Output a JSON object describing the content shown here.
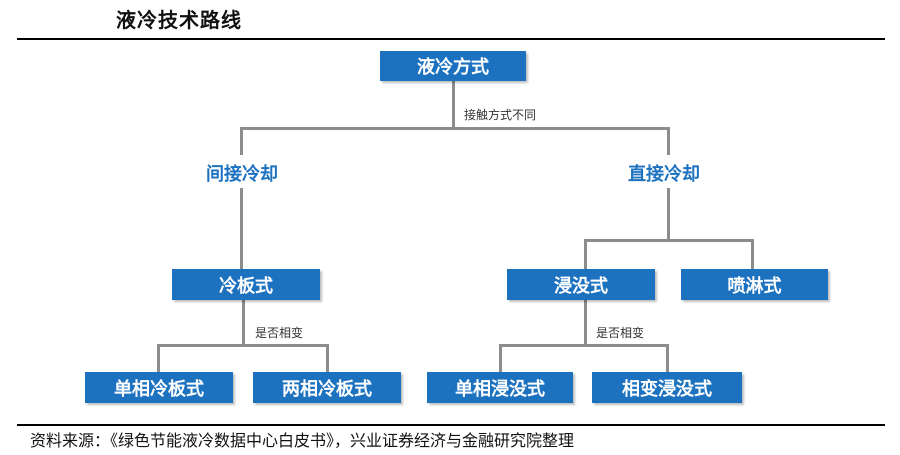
{
  "title": "液冷技术路线",
  "root": "液冷方式",
  "root_note": "接触方式不同",
  "branches": {
    "indirect": "间接冷却",
    "direct": "直接冷却"
  },
  "methods": {
    "cold_plate": "冷板式",
    "immersion": "浸没式",
    "spray": "喷淋式"
  },
  "phase_note": "是否相变",
  "leaves": {
    "single_phase_plate": "单相冷板式",
    "two_phase_plate": "两相冷板式",
    "single_phase_immersion": "单相浸没式",
    "phase_change_immersion": "相变浸没式"
  },
  "source": "资料来源：《绿色节能液冷数据中心白皮书》，兴业证券经济与金融研究院整理",
  "colors": {
    "box": "#1d72c0",
    "connector": "#8c8c8c"
  }
}
